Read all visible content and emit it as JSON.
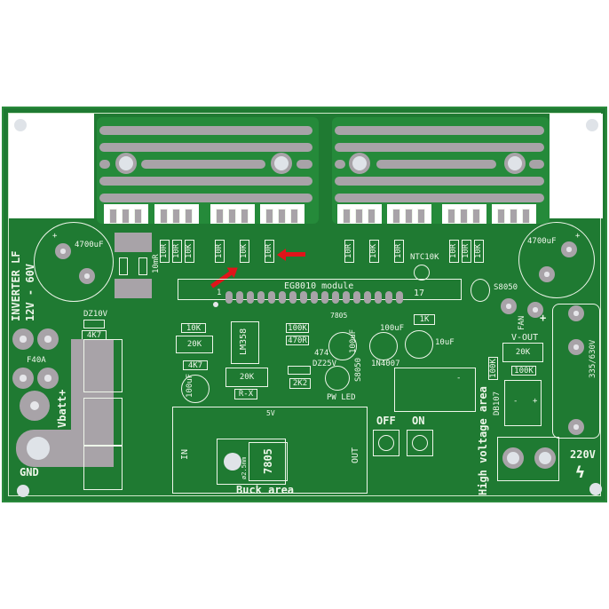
{
  "board": {
    "title": "INVERTER LF",
    "voltage_range": "12V - 60V",
    "colors": {
      "pcb_green": "#1f7a32",
      "copper_pad": "#a8a3a8",
      "silkscreen": "#eef6ea",
      "arrow_red": "#e0141a"
    }
  },
  "left": {
    "cap_left_value": "4700uF",
    "cap_left_plus": "+",
    "res_10mr": "10mR",
    "zener": "DZ10V",
    "res_4k7": "4K7",
    "fuse": "F40A",
    "vbatt": "Vbatt+",
    "gnd": "GND"
  },
  "gate_resistors": {
    "group1": [
      "10R",
      "10R",
      "10K"
    ],
    "group2": [
      "10R",
      "10K",
      "10R"
    ],
    "group3": [
      "10R",
      "10K",
      "10R"
    ],
    "group4": [
      "10R",
      "10R",
      "10K"
    ]
  },
  "module": {
    "label": "EG8010 module",
    "pin_first": "1",
    "pin_last": "17",
    "ntc": "NTC10K"
  },
  "right": {
    "cap_right_value": "4700uF",
    "cap_right_plus": "+",
    "transistor": "S8050",
    "fan_label": "FAN",
    "fan_minus": "-",
    "fan_plus": "+",
    "vout_label": "V-OUT",
    "pot_20k": "20K",
    "res_100k_v": "100K",
    "res_100k_h": "100K",
    "bridge": "DB107",
    "bridge_minus": "-",
    "bridge_plus": "+",
    "film_cap": "335/630V",
    "hv_area": "High voltage area",
    "ac_out": "220V"
  },
  "center": {
    "res_10k": "10K",
    "pot_20k_a": "20K",
    "res_4k7": "4K7",
    "cap_100uf_a": "100uF",
    "opamp": "LM358",
    "pot_20k_b": "20K",
    "res_rx": "R-X",
    "res_100k": "100K",
    "res_470r": "470R",
    "cap_474": "474",
    "zener_25v": "DZ25V",
    "res_2k2": "2K2",
    "reg_7805_small": "7805",
    "cap_100uf_b": "100uF",
    "cap_100uf_c": "100uF",
    "res_1k": "1K",
    "cap_10uf": "10uF",
    "transistor_s8050": "S8050",
    "diode": "1N4007",
    "pw_led": "PW LED",
    "relay_minus": "-",
    "relay_plus": "+"
  },
  "buck": {
    "area_label": "Buck area",
    "supply": "5V",
    "in_label": "IN",
    "out_label": "OUT",
    "reg": "7805",
    "hole_size": "ø2.5mm"
  },
  "switches": {
    "off": "OFF",
    "on": "ON"
  }
}
